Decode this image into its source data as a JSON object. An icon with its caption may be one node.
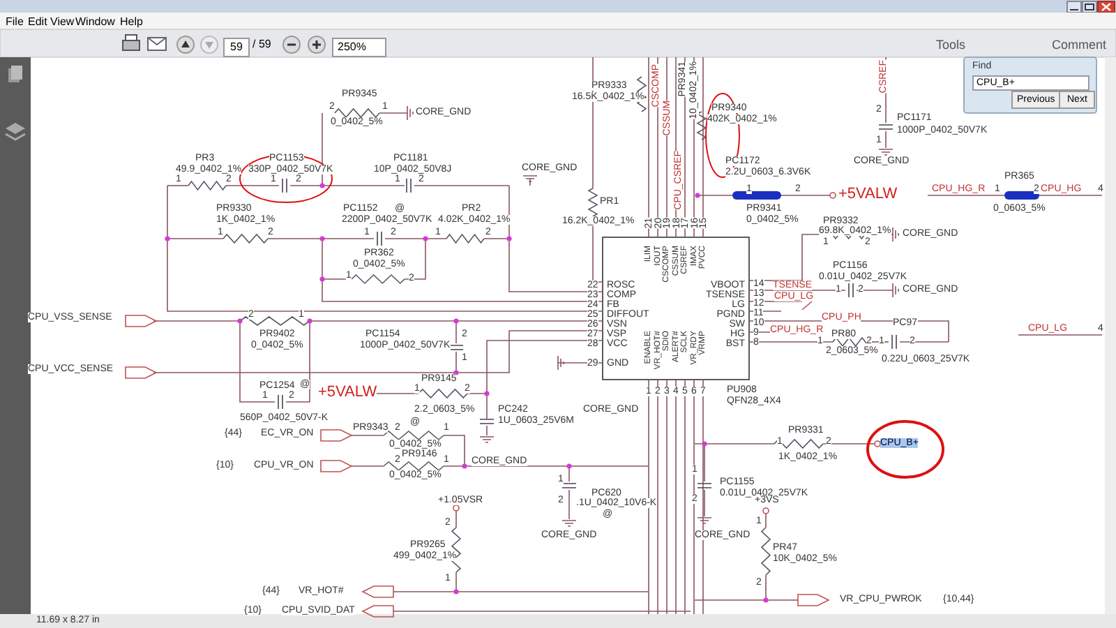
{
  "diagram": {
    "labels": [
      "File",
      "Edit",
      "View",
      "Window",
      "Help",
      "59",
      "/ 59",
      "250%",
      "Tools",
      "Comment",
      "Find",
      "CPU_B+",
      "Previous",
      "Next",
      "11.69 x 8.27 in",
      "PR9345",
      "2",
      "1",
      "0_0402_5%",
      "CORE_GND",
      "PR3",
      "49.9_0402_1%",
      "1",
      "2",
      "PC1153",
      "330P_0402_50V7K",
      "1",
      "2",
      "PC1181",
      "10P_0402_50V8J",
      "1",
      "2",
      "CORE_GND",
      "PR9330",
      "1K_0402_1%",
      "1",
      "2",
      "PC1152",
      "@",
      "2200P_0402_50V7K",
      "1",
      "2",
      "PR2",
      "4.02K_0402_1%",
      "1",
      "2",
      "PR362",
      "0_0402_5%",
      "1",
      "2",
      "CPU_VSS_SENSE",
      "CPU_VCC_SENSE",
      "2",
      "1",
      "PR9402",
      "0_0402_5%",
      "PC1154",
      "1000P_0402_50V7K",
      "2",
      "1",
      "PC1254",
      "@",
      "1",
      "2",
      "560P_0402_50V7-K",
      "+5VALW",
      "PR9145",
      "1",
      "2",
      "2.2_0603_5%",
      "PC242",
      "1U_0603_25V6M",
      "CORE_GND",
      "{44}",
      "EC_VR_ON",
      "PR9343",
      "2",
      "@",
      "1",
      "0_0402_5%",
      "PR9146",
      "{10}",
      "CPU_VR_ON",
      "2",
      "1",
      "0_0402_5%",
      "CORE_GND",
      "+1.05VSR",
      "PR9265",
      "499_0402_1%",
      "{44}",
      "VR_HOT#",
      "{10}",
      "CPU_SVID_DAT",
      "PR9333",
      "16.5K_0402_1%",
      "PR9340",
      "402K_0402_1%",
      "PC1172",
      "2.2U_0603_6.3V6K",
      "PC1171",
      "1000P_0402_50V7K",
      "CORE_GND",
      "1",
      "2",
      "PR9341",
      "0_0402_5%",
      "+5VALW",
      "CPU_HG_R",
      "PR365",
      "1",
      "2",
      "CPU_HG",
      "4",
      "0_0603_5%",
      "PR1",
      "16.2K_0402_1%",
      "CSCOMP",
      "CSSUM",
      "PR9341",
      "10_0402_1%",
      "CPU_CSREF",
      "CSREF",
      "ILIM",
      "IOUT",
      "CSCOMP",
      "CSSUM",
      "CSREF",
      "IMAX",
      "PVCC",
      "21",
      "20",
      "19",
      "18",
      "17",
      "16",
      "15",
      "ROSC",
      "COMP",
      "FB",
      "DIFFOUT",
      "VSN",
      "VSP",
      "VCC",
      "GND",
      "22",
      "23",
      "24",
      "25",
      "26",
      "27",
      "28",
      "29",
      "VBOOT",
      "TSENSE",
      "LG",
      "PGND",
      "SW",
      "HG",
      "BST",
      "14",
      "13",
      "12",
      "11",
      "10",
      "9",
      "8",
      "ENABLE",
      "VR_HOT#",
      "SDIO",
      "ALERT#",
      "SCLK",
      "VR_RDY",
      "VRMP",
      "1",
      "2",
      "3",
      "4",
      "5",
      "6",
      "7",
      "PU908",
      "QFN28_4X4",
      "PR9332",
      "69.8K_0402_1%",
      "1",
      "2",
      "CORE_GND",
      "PC1156",
      "0.01U_0402_25V7K",
      "1",
      "2",
      "CORE_GND",
      "TSENSE",
      "CPU_LG",
      "CPU_PH",
      "CPU_HG_R",
      "1",
      "PR80",
      "2",
      "1",
      "PC97",
      "2",
      "2_0603_5%",
      "0.22U_0603_25V7K",
      "CPU_LG",
      "4",
      "PR9331",
      "1",
      "2",
      "1K_0402_1%",
      "CPU_B+",
      "PC620",
      ".1U_0402_10V6-K",
      "@",
      "CORE_GND",
      "PC1155",
      "0.01U_0402_25V7K",
      "CORE_GND",
      "+3VS",
      "PR47",
      "10K_0402_5%",
      "VR_CPU_PWROK",
      "{10,44}",
      "2",
      "1",
      "1",
      "2",
      "1",
      "2",
      "1",
      "2",
      "2",
      "1"
    ]
  }
}
